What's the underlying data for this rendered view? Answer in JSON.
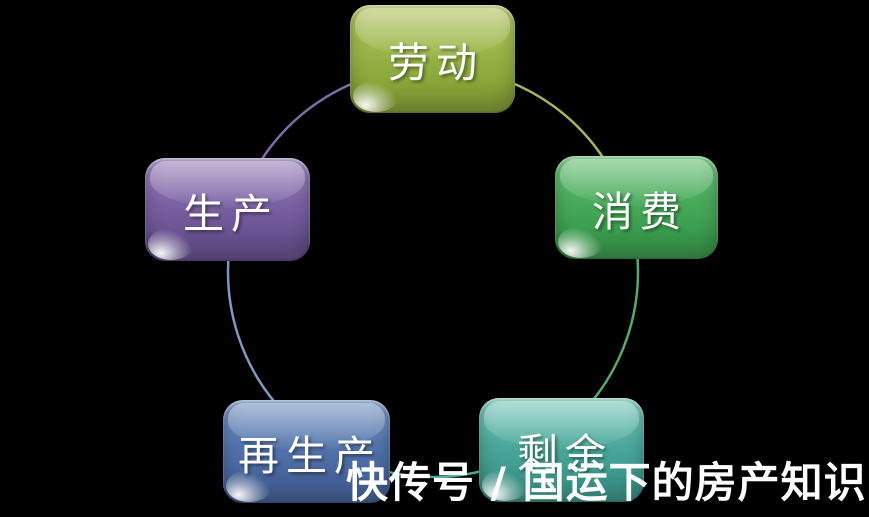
{
  "diagram": {
    "type": "cycle",
    "background": "#000000",
    "nodes": [
      {
        "id": "laodong",
        "label": "劳动",
        "position": "top",
        "fill": "#96b144",
        "text_color": "#ffffff"
      },
      {
        "id": "xiaofei",
        "label": "消费",
        "position": "right",
        "fill": "#48a95a",
        "text_color": "#ffffff"
      },
      {
        "id": "shengyu",
        "label": "剩余",
        "position": "bottom-right",
        "fill": "#4aa79a",
        "text_color": "#ffffff"
      },
      {
        "id": "zaishengchan",
        "label": "再生产",
        "position": "bottom-left",
        "fill": "#5174ab",
        "text_color": "#ffffff"
      },
      {
        "id": "shengchan",
        "label": "生产",
        "position": "left",
        "fill": "#7b62a4",
        "text_color": "#ffffff"
      }
    ],
    "connectors": [
      {
        "from": "laodong",
        "to": "xiaofei",
        "color": "#aab35b"
      },
      {
        "from": "xiaofei",
        "to": "shengyu",
        "color": "#57a96b"
      },
      {
        "from": "shengyu",
        "to": "zaishengchan",
        "color": "#4aa79a"
      },
      {
        "from": "zaishengchan",
        "to": "shengchan",
        "color": "#7e98c2"
      },
      {
        "from": "shengchan",
        "to": "laodong",
        "color": "#7e6ca1"
      }
    ]
  },
  "watermark": {
    "text": "快传号 / 国运下的房产知识",
    "color": "#ffffff"
  }
}
